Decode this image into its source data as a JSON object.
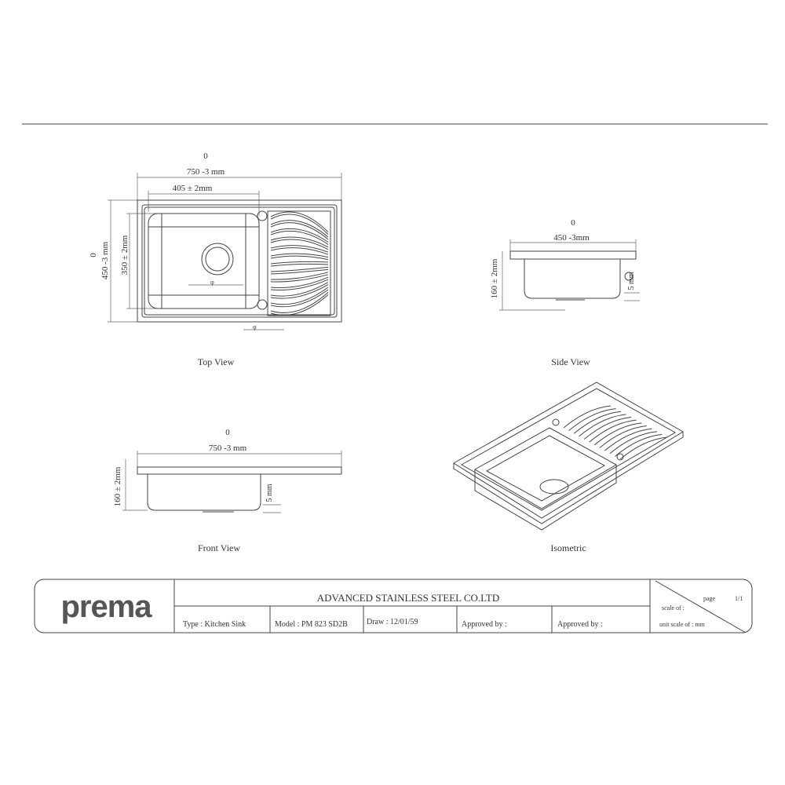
{
  "drawing": {
    "top_view": {
      "label": "Top View",
      "dim_zero_h": "0",
      "width_dim": "750 -3 mm",
      "bowl_width_dim": "405 ± 2mm",
      "dim_zero_v": "0",
      "depth_dim": "450 -3 mm",
      "bowl_depth_dim": "350 ± 2mm",
      "drain_dia_symbol": "φ",
      "overflow_dia_symbol": "φ"
    },
    "side_view": {
      "label": "Side View",
      "dim_zero": "0",
      "width_dim": "450 -3mm",
      "height_dim": "160 ± 2mm",
      "rim_dim": "5 mm"
    },
    "front_view": {
      "label": "Front View",
      "dim_zero": "0",
      "width_dim": "750 -3 mm",
      "height_dim": "160 ± 2mm",
      "rim_dim": "5 mm"
    },
    "isometric": {
      "label": "Isometric"
    }
  },
  "title_block": {
    "logo": "prema",
    "company": "ADVANCED  STAINLESS  STEEL CO.LTD",
    "type": "Type : Kitchen Sink",
    "model": "Model : PM 823 SD2B",
    "draw": "Draw : 12/01/59",
    "approved_1": "Approved by :",
    "approved_2": "Approved by :",
    "page_label": "page",
    "page_value": "1/1",
    "scale": "scale of :",
    "unit_scale": "unit scale of :  mm"
  }
}
